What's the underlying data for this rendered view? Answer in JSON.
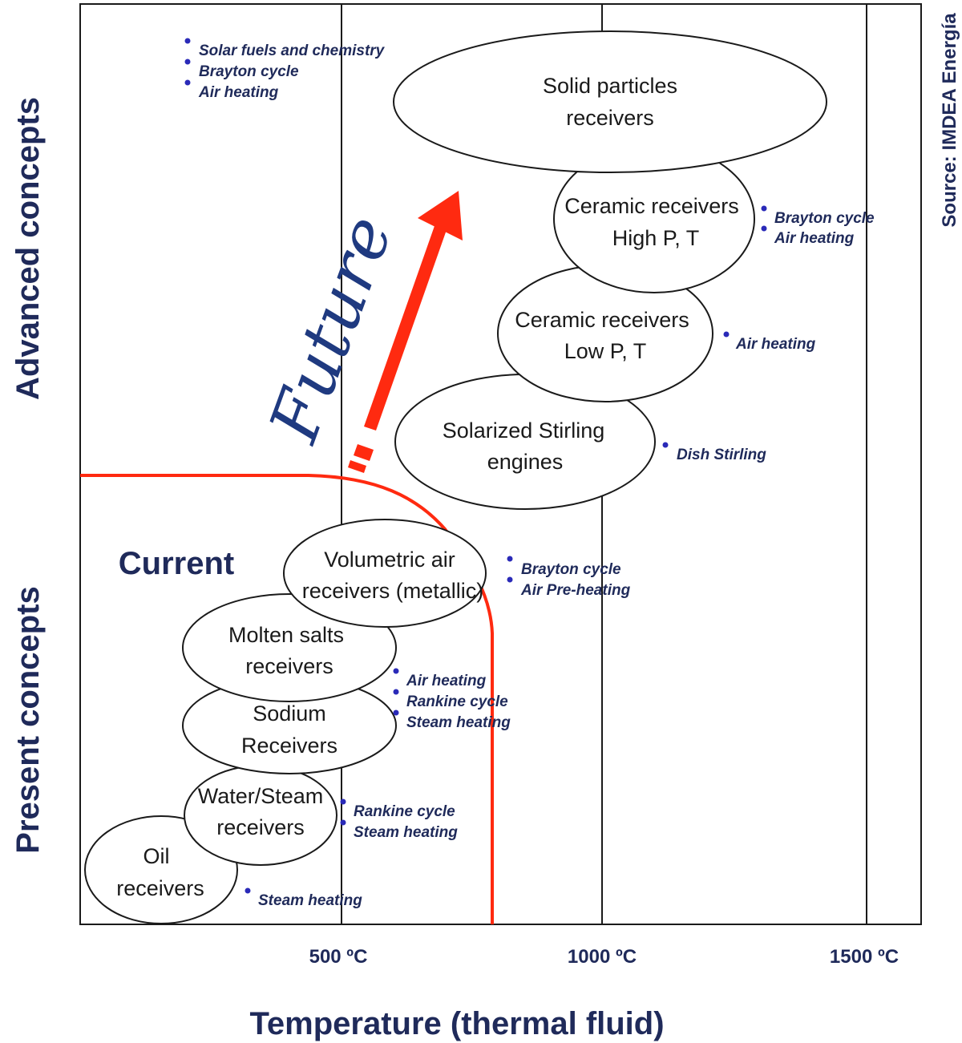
{
  "axis": {
    "x_title": "Temperature (thermal fluid)",
    "ticks": [
      "500 ºC",
      "1000 ºC",
      "1500 ºC"
    ]
  },
  "side_titles": {
    "advanced": "Advanced concepts",
    "present": "Present concepts"
  },
  "source": "Source: IMDEA Energía",
  "current_label": "Current",
  "future_label": "Future",
  "colors": {
    "boundary": "#ff2a10",
    "text_navy": "#1f2a5a",
    "bullet": "#2a2ab8"
  },
  "concepts": [
    {
      "line1": "Solid particles",
      "line2": "receivers"
    },
    {
      "line1": "Ceramic receivers",
      "line2": "High P, T"
    },
    {
      "line1": "Ceramic receivers",
      "line2": "Low P, T"
    },
    {
      "line1": "Solarized Stirling",
      "line2": "engines"
    },
    {
      "line1": "Volumetric air",
      "line2": "receivers (metallic)"
    },
    {
      "line1": "Molten salts",
      "line2": "receivers"
    },
    {
      "line1": "Sodium",
      "line2": "Receivers"
    },
    {
      "line1": "Water/Steam",
      "line2": "receivers"
    },
    {
      "line1": "Oil",
      "line2": "receivers"
    }
  ],
  "applications": {
    "solid_particles": [
      "Solar fuels and chemistry",
      "Brayton cycle",
      "Air heating"
    ],
    "ceramic_high": [
      "Brayton cycle",
      "Air heating"
    ],
    "ceramic_low": [
      "Air heating"
    ],
    "stirling": [
      "Dish Stirling"
    ],
    "volumetric": [
      "Brayton cycle",
      "Air Pre-heating"
    ],
    "molten_sodium": [
      "Air heating",
      "Rankine cycle",
      "Steam heating"
    ],
    "water_steam": [
      "Rankine cycle",
      "Steam heating"
    ],
    "oil": [
      "Steam heating"
    ]
  }
}
